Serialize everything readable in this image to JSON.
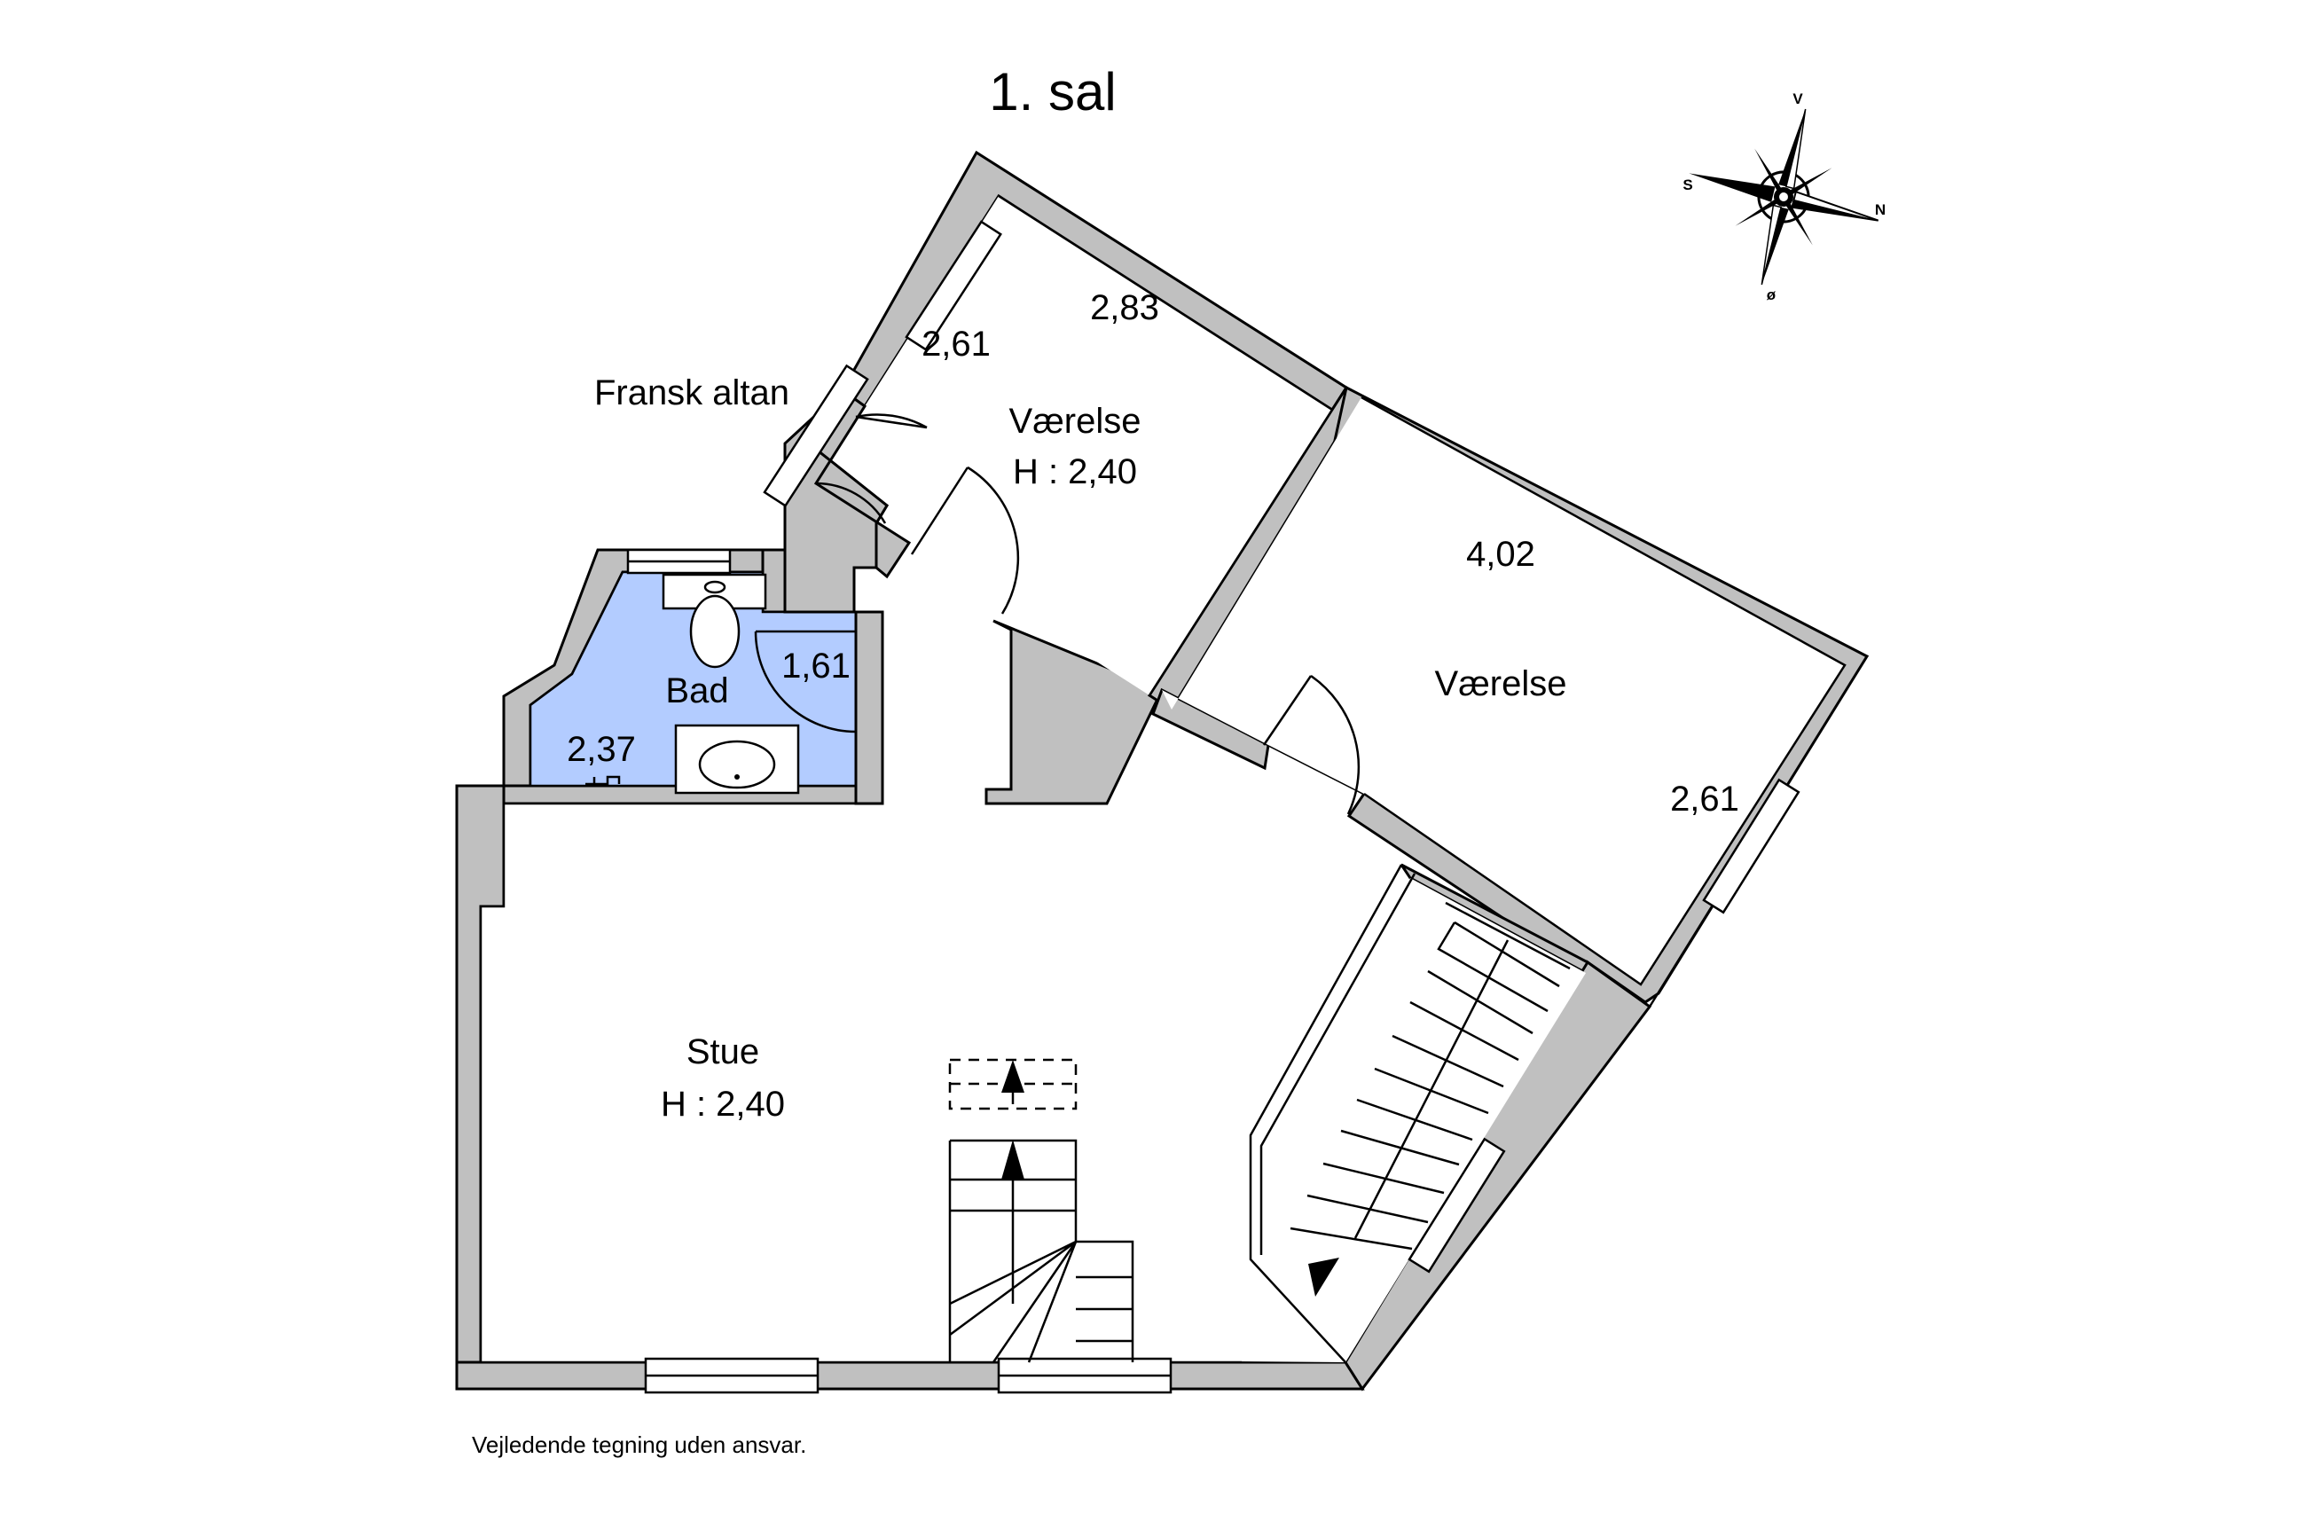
{
  "title": "1. sal",
  "compass": {
    "icon": "compass-rose-icon",
    "north": "N",
    "south": "S",
    "east": "ø",
    "west": "V"
  },
  "rooms": {
    "vaerelse_top": {
      "name": "Værelse",
      "height": "H : 2,40",
      "dim_width": "2,83",
      "dim_depth": "2,61"
    },
    "vaerelse_right": {
      "name": "Værelse",
      "dim_width": "4,02",
      "dim_depth": "2,61"
    },
    "bad": {
      "name": "Bad",
      "dim_width": "2,37",
      "dim_depth": "1,61"
    },
    "stue": {
      "name": "Stue",
      "height": "H : 2,40"
    },
    "balcony": {
      "name": "Fransk altan"
    }
  },
  "colors": {
    "wall": "#c0c0c0",
    "bathroom": "#b3ccff"
  },
  "disclaimer": "Vejledende tegning uden ansvar."
}
